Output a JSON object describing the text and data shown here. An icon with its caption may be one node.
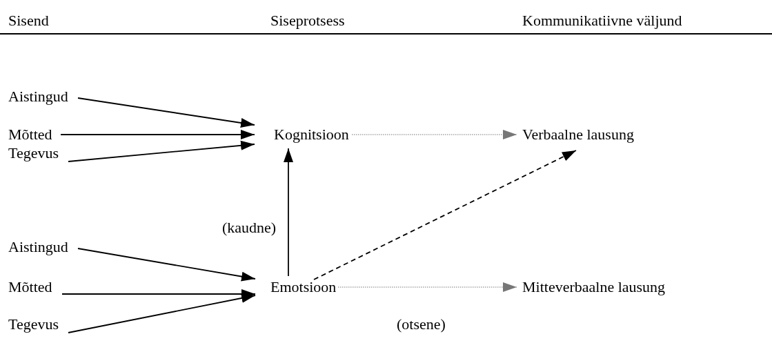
{
  "diagram": {
    "nodes": [
      {
        "text": [
          "Aistingud"
        ]
      },
      {
        "text": [
          "Mõtted"
        ]
      },
      {
        "text": [
          "Tegevus"
        ]
      },
      {
        "text": [
          "Kognitsioon"
        ]
      },
      {
        "text": [
          "Verbaalne lausung"
        ]
      },
      {
        "text": [
          "Aistingud"
        ]
      },
      {
        "text": [
          "Mõtted"
        ]
      },
      {
        "text": [
          "Tegevus"
        ]
      },
      {
        "text": [
          "Emotsioon"
        ]
      },
      {
        "text": [
          "Mitteverbaalne lausung"
        ]
      }
    ],
    "edges": [
      {
        "from": 0,
        "to": 3,
        "arrow": "to"
      },
      {
        "from": 1,
        "to": 3,
        "arrow": "to"
      },
      {
        "from": 2,
        "to": 3,
        "arrow": "to"
      },
      {
        "from": 3,
        "to": 4,
        "arrow": "to",
        "style": "dashed",
        "color": "#777777"
      },
      {
        "from": 5,
        "to": 8,
        "arrow": "to"
      },
      {
        "from": 6,
        "to": 8,
        "arrow": "to"
      },
      {
        "from": 7,
        "to": 8,
        "arrow": "to"
      },
      {
        "from": 8,
        "to": 3,
        "arrow": "to",
        "label": "(kaudne)"
      },
      {
        "from": 8,
        "to": 4,
        "arrow": "to",
        "style": "dashed"
      },
      {
        "from": 8,
        "to": 9,
        "arrow": "to",
        "style": "dashed",
        "color": "#777777"
      }
    ],
    "labels": [
      "Sisend",
      "Siseprotsess",
      "Kommunikatiivne väljund",
      "(otsene)"
    ]
  }
}
